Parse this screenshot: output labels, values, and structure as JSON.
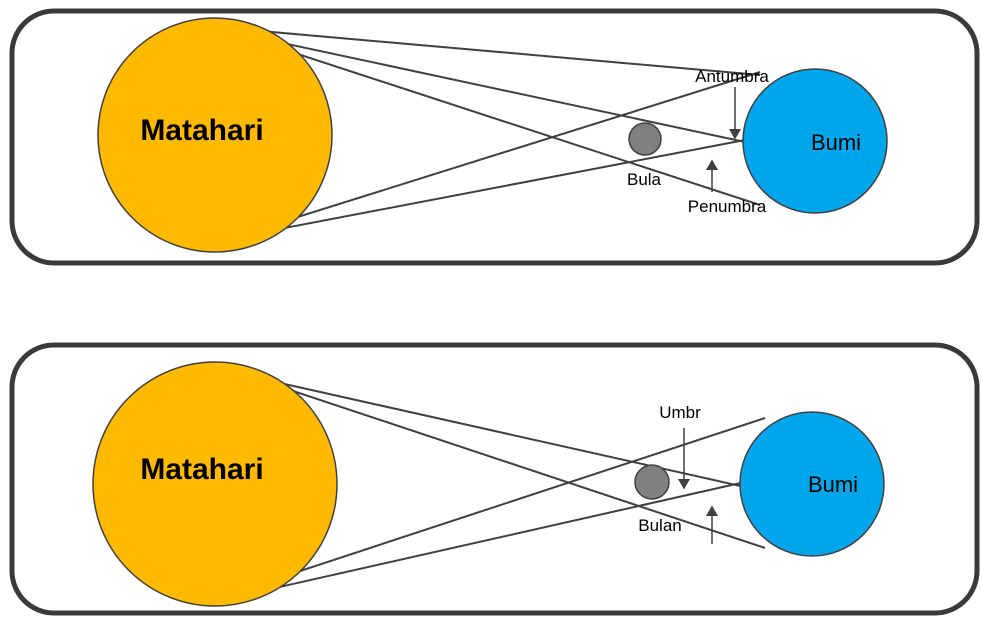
{
  "panels": [
    {
      "sun_label": "Matahari",
      "earth_label": "Bumi",
      "moon_label": "Bula",
      "upper_arrow_label": "Antumbra",
      "lower_arrow_label": "Penumbra"
    },
    {
      "sun_label": "Matahari",
      "earth_label": "Bumi",
      "moon_label": "Bulan",
      "upper_arrow_label": "Umbr"
    }
  ],
  "colors": {
    "sun": "#FFBA00",
    "earth": "#00A6EB",
    "moon": "#808080",
    "frame": "#3a3a3a",
    "rays": "#404040"
  }
}
